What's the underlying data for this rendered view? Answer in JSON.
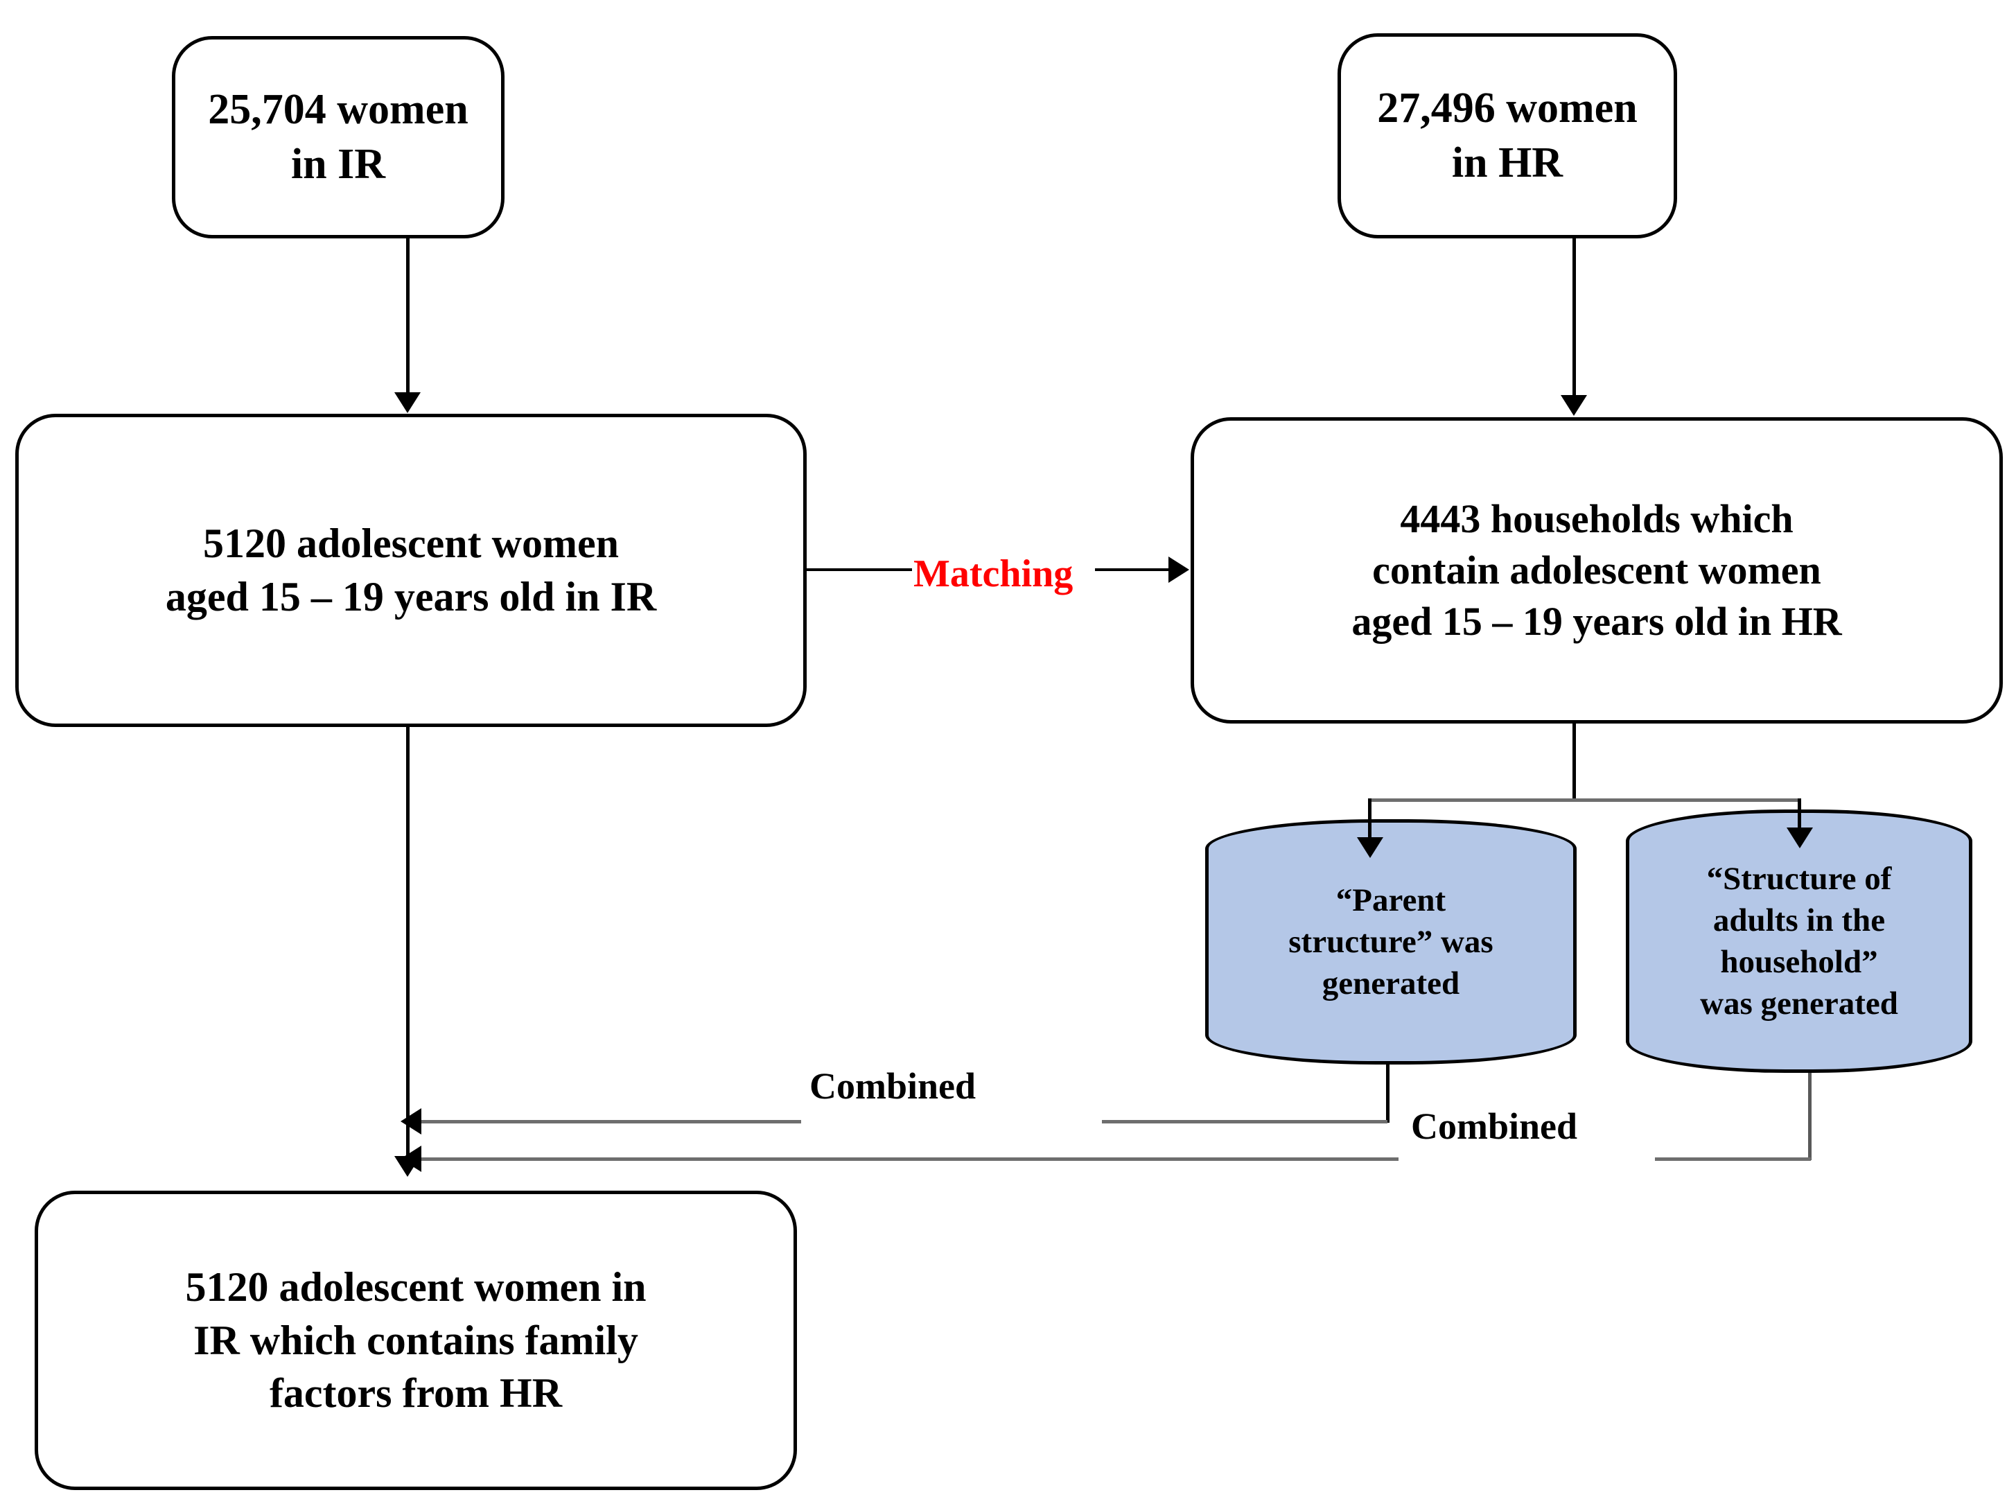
{
  "diagram": {
    "title": "Data linkage flowchart for IR and HR recode matching",
    "background_color": "#ffffff",
    "line_color": "#000000",
    "gray_line_color": "#6e6e6e",
    "accent_color": "#ff0000",
    "highlight_fill": "#b4c7e7"
  },
  "nodes": {
    "ir_total": {
      "id": "ir-total",
      "text": "25,704 women\nin IR",
      "fill": "#ffffff",
      "shape": "rounded-rectangle"
    },
    "hr_total": {
      "id": "hr-total",
      "text": "27,496 women\nin HR",
      "fill": "#ffffff",
      "shape": "rounded-rectangle"
    },
    "ir_adolescent": {
      "id": "ir-adolescent",
      "text": "5120 adolescent women\naged 15 – 19 years old in IR",
      "fill": "#ffffff",
      "shape": "rounded-rectangle"
    },
    "hr_households": {
      "id": "hr-households",
      "text": "4443 households which\ncontain adolescent women\naged 15 – 19 years old in HR",
      "fill": "#ffffff",
      "shape": "rounded-rectangle"
    },
    "parent_structure": {
      "id": "parent-structure",
      "text": "“Parent\nstructure” was\ngenerated",
      "fill": "#b4c7e7",
      "shape": "barrel"
    },
    "adult_structure": {
      "id": "adult-structure",
      "text": "“Structure of\nadults in the\nhousehold”\nwas generated",
      "fill": "#b4c7e7",
      "shape": "barrel"
    },
    "ir_final": {
      "id": "ir-final",
      "text": "5120 adolescent women in\nIR which contains family\nfactors from HR",
      "fill": "#ffffff",
      "shape": "rounded-rectangle"
    }
  },
  "edge_labels": {
    "matching": "Matching",
    "combined_parent": "Combined",
    "combined_adults": "Combined"
  }
}
